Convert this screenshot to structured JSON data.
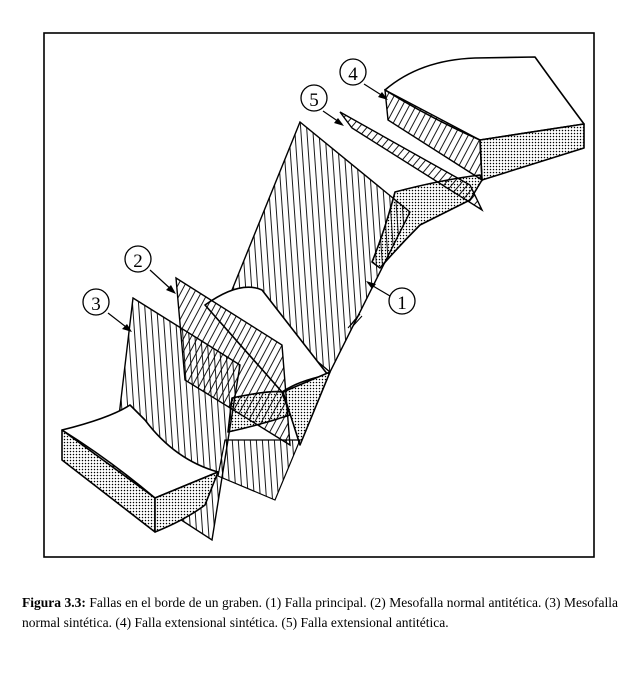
{
  "diagram": {
    "labels": [
      "1",
      "2",
      "3",
      "4",
      "5"
    ]
  },
  "caption": {
    "label": "Figura 3.3:",
    "text": "Fallas en el borde de un graben. (1) Falla principal. (2) Mesofalla normal antitética. (3) Mesofalla normal sintética. (4) Falla extensional sintética. (5) Falla extensional antitética."
  },
  "colors": {
    "ink": "#000000",
    "paper": "#ffffff"
  }
}
